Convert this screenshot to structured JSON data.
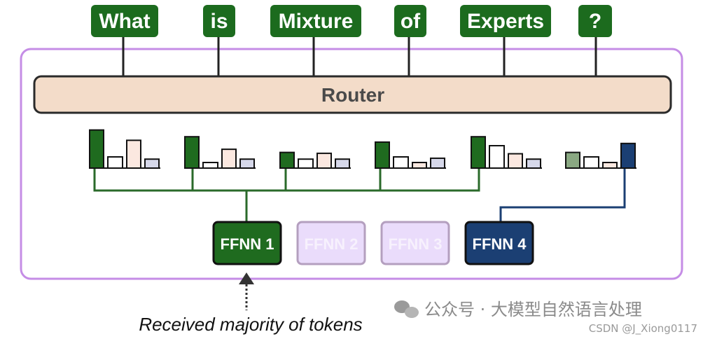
{
  "tokens": [
    "What",
    "is",
    "Mixture",
    "of",
    "Experts",
    "?"
  ],
  "router": {
    "label": "Router"
  },
  "experts": [
    {
      "label": "FFNN 1",
      "state": "selected-majority"
    },
    {
      "label": "FFNN 2",
      "state": "inactive"
    },
    {
      "label": "FFNN 3",
      "state": "inactive"
    },
    {
      "label": "FFNN 4",
      "state": "selected"
    }
  ],
  "routing_weights": [
    {
      "token": "What",
      "values": [
        0.85,
        0.25,
        0.62,
        0.2
      ],
      "top_expert": 1
    },
    {
      "token": "is",
      "values": [
        0.7,
        0.1,
        0.42,
        0.2
      ],
      "top_expert": 1
    },
    {
      "token": "Mixture",
      "values": [
        0.35,
        0.2,
        0.33,
        0.2
      ],
      "top_expert": 1
    },
    {
      "token": "of",
      "values": [
        0.58,
        0.25,
        0.1,
        0.22
      ],
      "top_expert": 1
    },
    {
      "token": "Experts",
      "values": [
        0.7,
        0.5,
        0.32,
        0.2
      ],
      "top_expert": 1
    },
    {
      "token": "?",
      "values": [
        0.35,
        0.25,
        0.1,
        0.55
      ],
      "top_expert": 4
    }
  ],
  "caption": "Received majority of tokens",
  "watermark": {
    "channel": "公众号 · 大模型自然语言处理",
    "source": "CSDN @J_Xiong0117",
    "icon": "wechat-icon"
  },
  "colors": {
    "token_bg": "#1c6b1e",
    "expert1": "#1f6b1f",
    "expert4": "#1b3f73",
    "router_fill": "#f3dcc9",
    "frame": "#c58de6",
    "inactive_fill": "#eadcfb",
    "inactive_stroke": "#b49fbf"
  }
}
